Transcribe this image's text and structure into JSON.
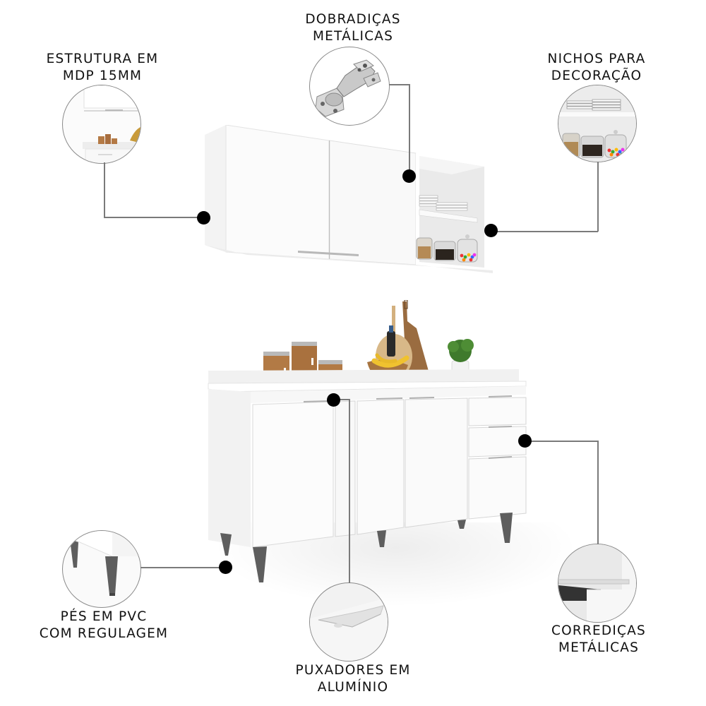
{
  "features": [
    {
      "id": "estrutura",
      "lines": [
        "ESTRUTURA EM",
        "MDP 15MM"
      ],
      "image": "cabinet-structure-detail"
    },
    {
      "id": "dobradicas",
      "lines": [
        "DOBRADIÇAS",
        "METÁLICAS"
      ],
      "image": "metal-hinge-detail"
    },
    {
      "id": "nichos",
      "lines": [
        "NICHOS PARA",
        "DECORAÇÃO"
      ],
      "image": "decor-niche-detail"
    },
    {
      "id": "pes",
      "lines": [
        "PÉS EM PVC",
        "COM REGULAGEM"
      ],
      "image": "pvc-feet-detail"
    },
    {
      "id": "puxadores",
      "lines": [
        "PUXADORES EM",
        "ALUMÍNIO"
      ],
      "image": "aluminum-handle-detail"
    },
    {
      "id": "corredicas",
      "lines": [
        "CORREDIÇAS",
        "METÁLICAS"
      ],
      "image": "metal-slides-detail"
    }
  ],
  "product": {
    "upper_cabinet": {
      "doors": 2,
      "open_niches": 1,
      "niche_shelves": 2
    },
    "lower_cabinet": {
      "doors": 3,
      "drawers": 3,
      "legs": 4
    },
    "colors": {
      "body": "#ffffff",
      "legs": "#5f5f5f",
      "wood": "#b07a45",
      "line": "#7a7a7a",
      "marker": "#000000"
    }
  }
}
